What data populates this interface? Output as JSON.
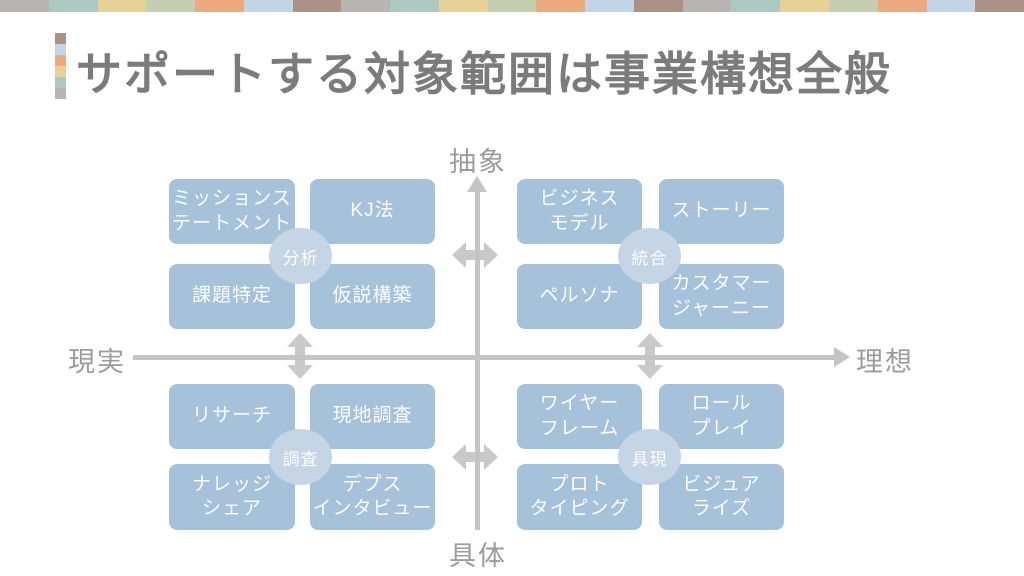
{
  "title": "サポートする対象範囲は事業構想全般",
  "colors": {
    "box": "#a6c2da",
    "circle": "#c5d5e5",
    "boxText": "#fbfcfe",
    "axis": "#c4c4c4",
    "arrow": "#c9c9c9",
    "label": "#9c9c9c",
    "title": "#7b7b7b"
  },
  "stripe": {
    "segments": [
      "#b7b4b1",
      "#adc8c0",
      "#e8d197",
      "#c6ceb1",
      "#ecaa7e",
      "#c2d5e5",
      "#ac9286",
      "#b7b4b1",
      "#adc8c0",
      "#e8d197",
      "#c6ceb1",
      "#ecaa7e",
      "#c2d5e5",
      "#ac9286",
      "#b7b4b1",
      "#adc8c0",
      "#e8d197",
      "#c6ceb1",
      "#ecaa7e",
      "#c2d5e5",
      "#ac9286"
    ]
  },
  "accent_squares": [
    "#ac9286",
    "#c2d5e5",
    "#ecaa7e",
    "#e8d197",
    "#adc8c0",
    "#b7b4b1"
  ],
  "axes": {
    "top": "抽象",
    "bottom": "具体",
    "left": "現実",
    "right": "理想"
  },
  "quadrants": {
    "top_left": {
      "badge": "分析",
      "boxes": [
        "ミッションス\nテートメント",
        "KJ法",
        "課題特定",
        "仮説構築"
      ]
    },
    "top_right": {
      "badge": "統合",
      "boxes": [
        "ビジネス\nモデル",
        "ストーリー",
        "ペルソナ",
        "カスタマー\nジャーニー"
      ]
    },
    "bottom_left": {
      "badge": "調査",
      "boxes": [
        "リサーチ",
        "現地調査",
        "ナレッジ\nシェア",
        "デプス\nインタビュー"
      ]
    },
    "bottom_right": {
      "badge": "具現",
      "boxes": [
        "ワイヤー\nフレーム",
        "ロール\nプレイ",
        "プロト\nタイピング",
        "ビジュア\nライズ"
      ]
    }
  }
}
